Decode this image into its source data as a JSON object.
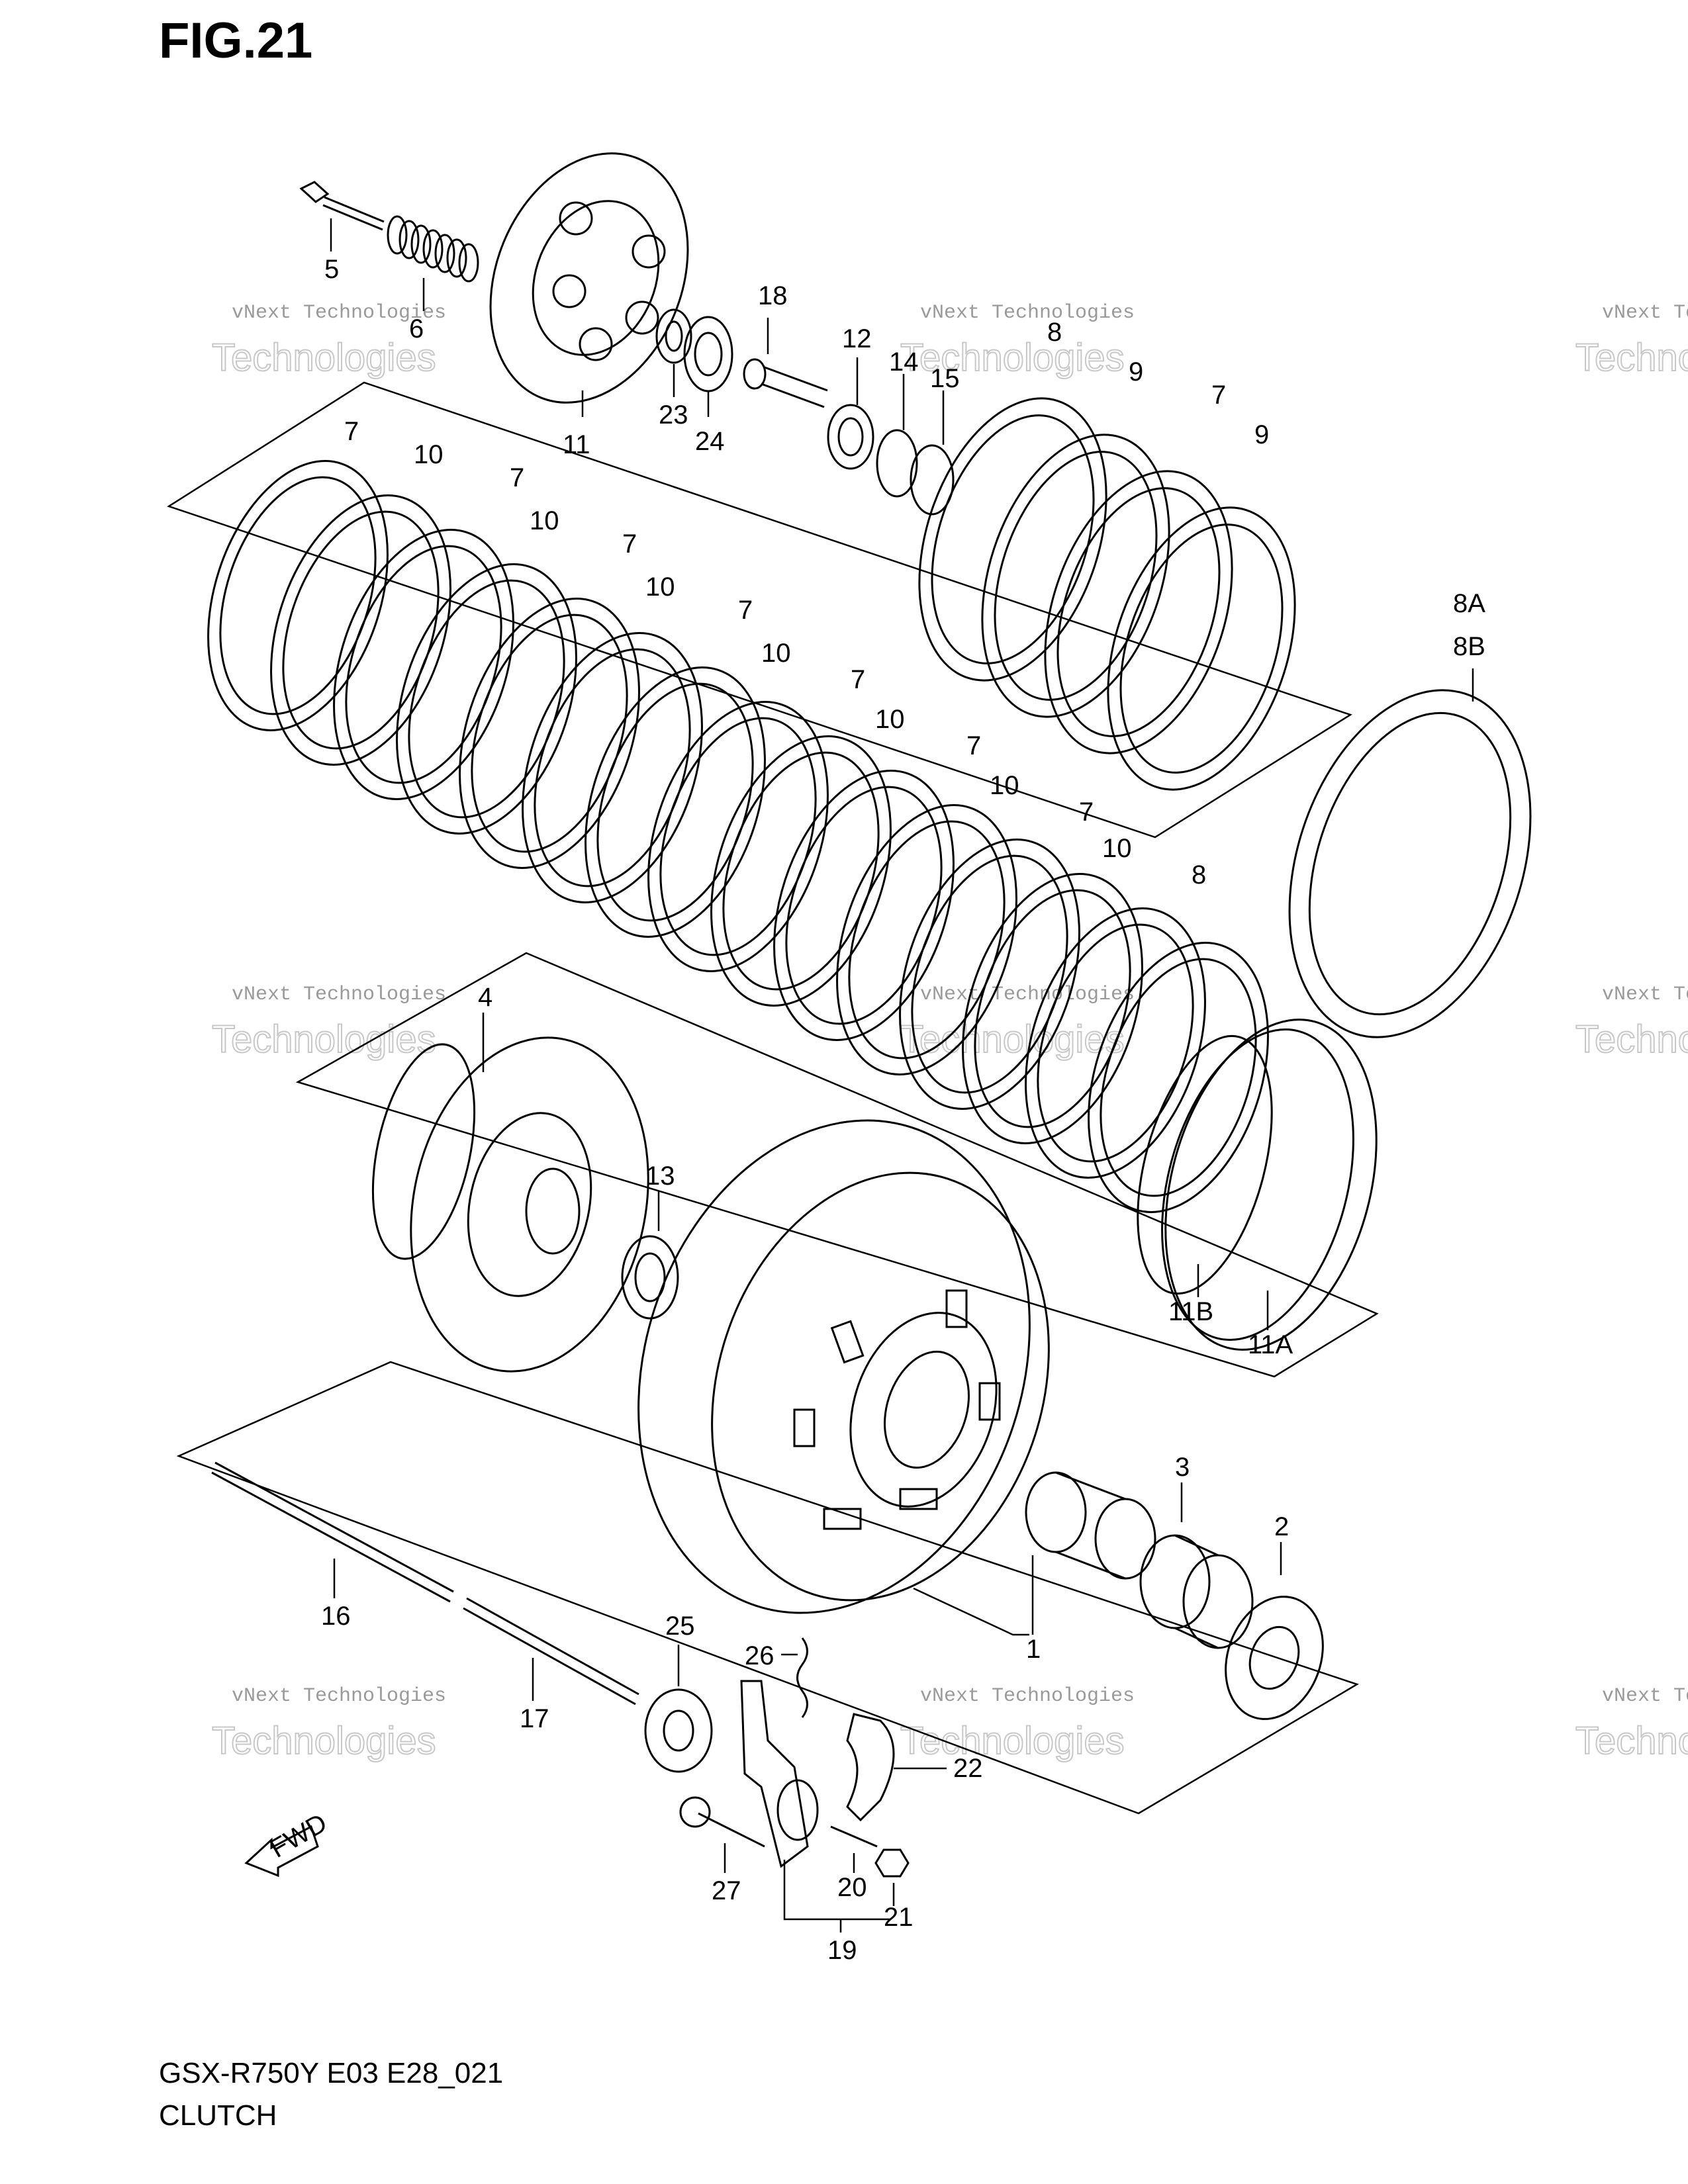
{
  "figure": {
    "title": "FIG.21",
    "model_code": "GSX-R750Y E03 E28_021",
    "assembly_name": "CLUTCH",
    "fwd_label": "FWD"
  },
  "watermark": {
    "line1": "vNext Technologies",
    "line2": "Technologies"
  },
  "callouts": {
    "c5": "5",
    "c6": "6",
    "c11_top": "11",
    "c18": "18",
    "c23": "23",
    "c24": "24",
    "c12": "12",
    "c14": "14",
    "c15": "15",
    "c8_top": "8",
    "c9_a": "9",
    "c7_r": "7",
    "c9_b": "9",
    "c7_1": "7",
    "c10_1": "10",
    "c7_2": "7",
    "c10_2": "10",
    "c7_3": "7",
    "c10_3": "10",
    "c7_4": "7",
    "c10_4": "10",
    "c7_5": "7",
    "c10_5": "10",
    "c7_6": "7",
    "c10_6": "10",
    "c7_7": "7",
    "c10_7": "10",
    "c8_mid": "8",
    "c8A": "8A",
    "c8B": "8B",
    "c4": "4",
    "c13": "13",
    "c11B": "11B",
    "c11A": "11A",
    "c3": "3",
    "c2": "2",
    "c1": "1",
    "c16": "16",
    "c17": "17",
    "c25": "25",
    "c26": "26",
    "c22": "22",
    "c27": "27",
    "c20": "20",
    "c21": "21",
    "c19": "19"
  }
}
